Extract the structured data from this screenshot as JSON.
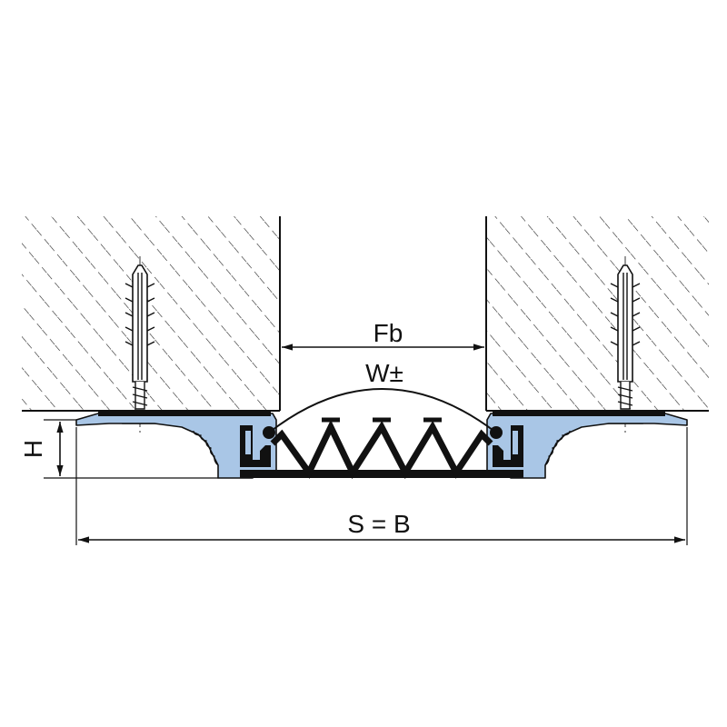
{
  "labels": {
    "fb": "Fb",
    "w": "W±",
    "h": "H",
    "sb": "S = B"
  },
  "colors": {
    "line": "#111111",
    "profile_fill": "#a9c6e6",
    "background": "#ffffff"
  }
}
